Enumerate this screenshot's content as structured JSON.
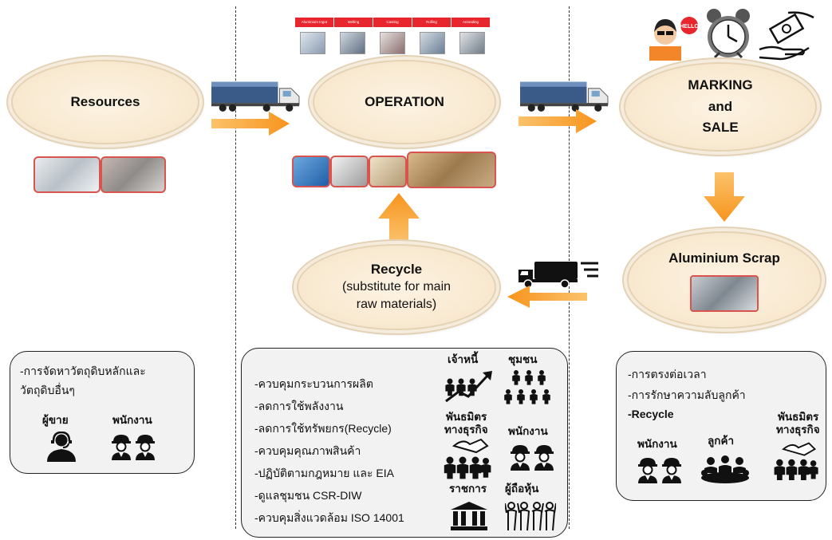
{
  "nodes": {
    "resources": "Resources",
    "operation": "OPERATION",
    "marking_line1": "MARKING",
    "marking_line2": "and",
    "marking_line3": "SALE",
    "recycle_title": "Recycle",
    "recycle_sub1": "(substitute for main",
    "recycle_sub2": "raw materials)",
    "scrap": "Aluminium Scrap"
  },
  "process_bar": [
    "Aluminium Ingot",
    "Melting",
    "Casting",
    "Rolling",
    "Annealing"
  ],
  "left_panel": {
    "lines": [
      "-การจัดหาวัตถุดิบหลักและ",
      "วัตถุดิบอื่นๆ"
    ],
    "stakeholders": [
      "ผู้ขาย",
      "พนักงาน"
    ]
  },
  "middle_panel": {
    "bullets": [
      "-ควบคุมกระบวนการผลิต",
      "-ลดการใช้พลังงาน",
      "-ลดการใช้ทรัพยกร(Recycle)",
      "-ควบคุมคุณภาพสินค้า",
      "-ปฏิบัติตามกฎหมาย และ EIA",
      "-ดูแลชุมชน CSR-DIW",
      "-ควบคุมสิ่งแวดล้อม ISO 14001"
    ],
    "stakeholders": {
      "creditor": "เจ้าหนี้",
      "community": "ชุมชน",
      "partner_1": "พันธมิตร",
      "partner_2": "ทางธุรกิจ",
      "employee": "พนักงาน",
      "government": "ราชการ",
      "shareholder": "ผู้ถือหุ้น"
    }
  },
  "right_panel": {
    "bullets": [
      "-การตรงต่อเวลา",
      "-การรักษาความลับลูกค้า",
      "-Recycle"
    ],
    "stakeholders": {
      "employee": "พนักงาน",
      "customer": "ลูกค้า",
      "partner_1": "พันธมิตร",
      "partner_2": "ทางธุรกิจ"
    }
  },
  "colors": {
    "arrow": "#f7941d",
    "oval": "#f8e8cf",
    "panel": "#f2f2f2",
    "thumb_border": "#d9534f",
    "process_bar": "#e8262e"
  },
  "icons": [
    "truck-icon",
    "arrow-right-icon",
    "arrow-down-icon",
    "arrow-up-icon",
    "arrow-left-icon",
    "speed-truck-icon",
    "hello-person-icon",
    "alarm-clock-icon",
    "money-hand-icon",
    "people-icon",
    "bank-icon",
    "handshake-icon",
    "growth-chart-icon"
  ]
}
